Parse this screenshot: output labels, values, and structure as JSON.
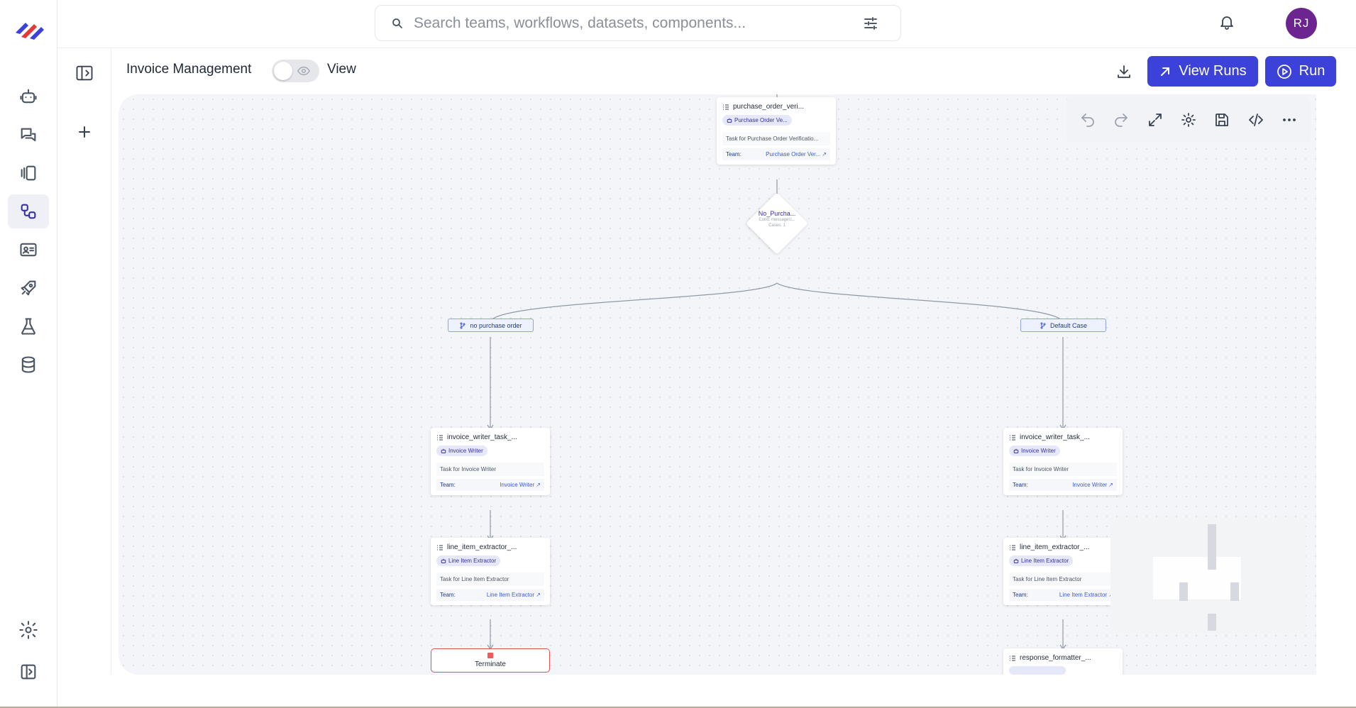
{
  "search": {
    "placeholder": "Search teams, workflows, datasets, components..."
  },
  "user": {
    "initials": "RJ"
  },
  "header": {
    "workflow_title": "Invoice Management",
    "view_label": "View",
    "view_runs_label": "View Runs",
    "run_label": "Run"
  },
  "nav": {
    "items": [
      "robot-icon",
      "chats-icon",
      "layers-icon",
      "workflows-icon",
      "contact-card-icon",
      "rocket-icon",
      "flask-icon",
      "database-icon"
    ],
    "active": "workflows-icon"
  },
  "nodes": {
    "purchase_order": {
      "title": "purchase_order_veri...",
      "badge": "Purchase Order Ve...",
      "desc": "Task for Purchase Order Verificatio...",
      "team_label": "Team:",
      "team_value": "Purchase Order Ver..."
    },
    "condition": {
      "title": "No_Purcha...",
      "sub1": "Cond: messageU...",
      "sub2": "Cases: 1"
    },
    "edge_left": "no purchase order",
    "edge_right": "Default Case",
    "writer_left": {
      "title": "invoice_writer_task_...",
      "badge": "Invoice Writer",
      "desc": "Task for Invoice Writer",
      "team_label": "Team:",
      "team_value": "Invoice Writer"
    },
    "writer_right": {
      "title": "invoice_writer_task_...",
      "badge": "Invoice Writer",
      "desc": "Task for Invoice Writer",
      "team_label": "Team:",
      "team_value": "Invoice Writer"
    },
    "extractor_left": {
      "title": "line_item_extractor_...",
      "badge": "Line Item Extractor",
      "desc": "Task for Line Item Extractor",
      "team_label": "Team:",
      "team_value": "Line Item Extractor"
    },
    "extractor_right": {
      "title": "line_item_extractor_...",
      "badge": "Line Item Extractor",
      "desc": "Task for Line Item Extractor",
      "team_label": "Team:",
      "team_value": "Line Item Extractor"
    },
    "terminate": "Terminate",
    "formatter_right": {
      "title": "response_formatter_..."
    }
  },
  "colors": {
    "primary": "#3b41d9",
    "avatar": "#6b2490",
    "terminate_border": "#e05252"
  }
}
